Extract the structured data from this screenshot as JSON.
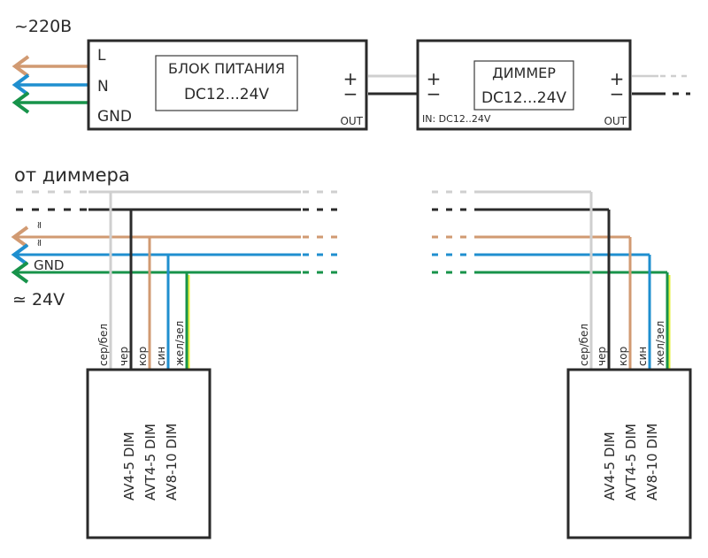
{
  "colors": {
    "gray": "#cfcfcf",
    "black": "#2b2b2b",
    "brown": "#d19a72",
    "blue": "#1f8fcf",
    "green": "#17934a",
    "yellow": "#e6f03c"
  },
  "top": {
    "voltage_label": "~220B",
    "input_terminals": [
      "L",
      "N",
      "GND"
    ],
    "psu": {
      "title": "БЛОК ПИТАНИЯ",
      "rating": "DC12...24V",
      "plus": "+",
      "minus": "−",
      "out_label": "OUT"
    },
    "dimmer": {
      "title": "ДИММЕР",
      "rating": "DC12...24V",
      "in_plus": "+",
      "in_minus": "−",
      "out_plus": "+",
      "out_minus": "−",
      "in_label": "IN: DC12..24V",
      "out_label": "OUT"
    }
  },
  "bottom": {
    "section_title": "от диммера",
    "left_labels": {
      "l_symbol": "≃",
      "n_symbol": "≃",
      "gnd": "GND",
      "dc_voltage": "≃ 24V"
    },
    "wire_labels": [
      "сер/бел",
      "чер",
      "кор",
      "син",
      "жел/зел"
    ],
    "device_models": [
      "AV4-5 DIM",
      "AVT4-5 DIM",
      "AV8-10 DIM"
    ]
  }
}
